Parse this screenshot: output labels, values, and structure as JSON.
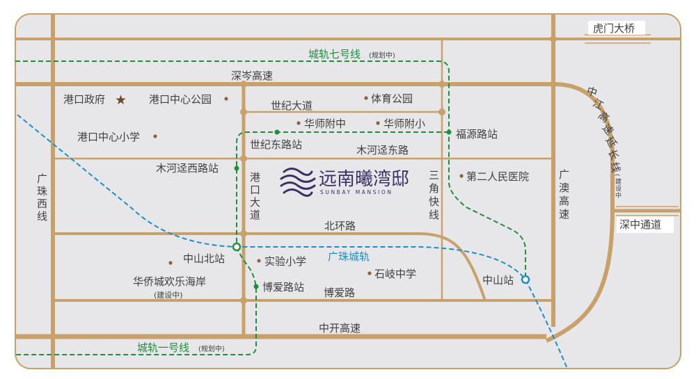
{
  "colors": {
    "frame_fill": "#e7e7e9",
    "frame_stroke": "#c9a06a",
    "road": "#c8a06a",
    "metro_green": "#1e8f3f",
    "metro_blue": "#1a8ecb",
    "logo": "#3b2f63",
    "text": "#3f3f3f"
  },
  "project": {
    "name_cn": "远南曦湾邸",
    "name_en": "SUNBAY MANSION"
  },
  "roads": {
    "humen_bridge": "虎门大桥",
    "shencen": "深岑高速",
    "shiji": "世纪大道",
    "muhe_east": "木河迳东路",
    "beihuan": "北环路",
    "boai": "博爱路",
    "zhongkai": "中开高速",
    "shenzhong": "深中通道",
    "guangzhu_west": [
      "广",
      "珠",
      "西",
      "线"
    ],
    "gangkou_ave": [
      "港",
      "口",
      "大",
      "道"
    ],
    "sanjiao": [
      "三",
      "角",
      "快",
      "线"
    ],
    "guangao": [
      "广",
      "澳",
      "高",
      "速"
    ],
    "zhongjiang": [
      "中",
      "江",
      "高",
      "速",
      "延",
      "长",
      "线"
    ],
    "zhongjiang_note": [
      "建",
      "设",
      "中"
    ]
  },
  "metro": {
    "line7": "城轨七号线",
    "line7_note": "(规划中)",
    "line1": "城轨一号线",
    "line1_note": "(规划中)",
    "guangzhu": "广珠城轨"
  },
  "stations": {
    "shiji_east": "世纪东路站",
    "fuyuan": "福源路站",
    "muhe_west": "木河迳西路站",
    "zhongshan_north": "中山北站",
    "boai": "博爱路站",
    "zhongshan": "中山站"
  },
  "pois": {
    "gov": "港口政府",
    "park": "港口中心公园",
    "stadium": "体育公园",
    "hs_affiliated": "华师附中",
    "hs_primary": "华师附小",
    "gk_primary": "港口中心小学",
    "hospital": "第二人民医院",
    "exp_primary": "实验小学",
    "shiqi": "石岐中学",
    "huaqiao": "华侨城欢乐海岸",
    "huaqiao_note": "(建设中)"
  }
}
